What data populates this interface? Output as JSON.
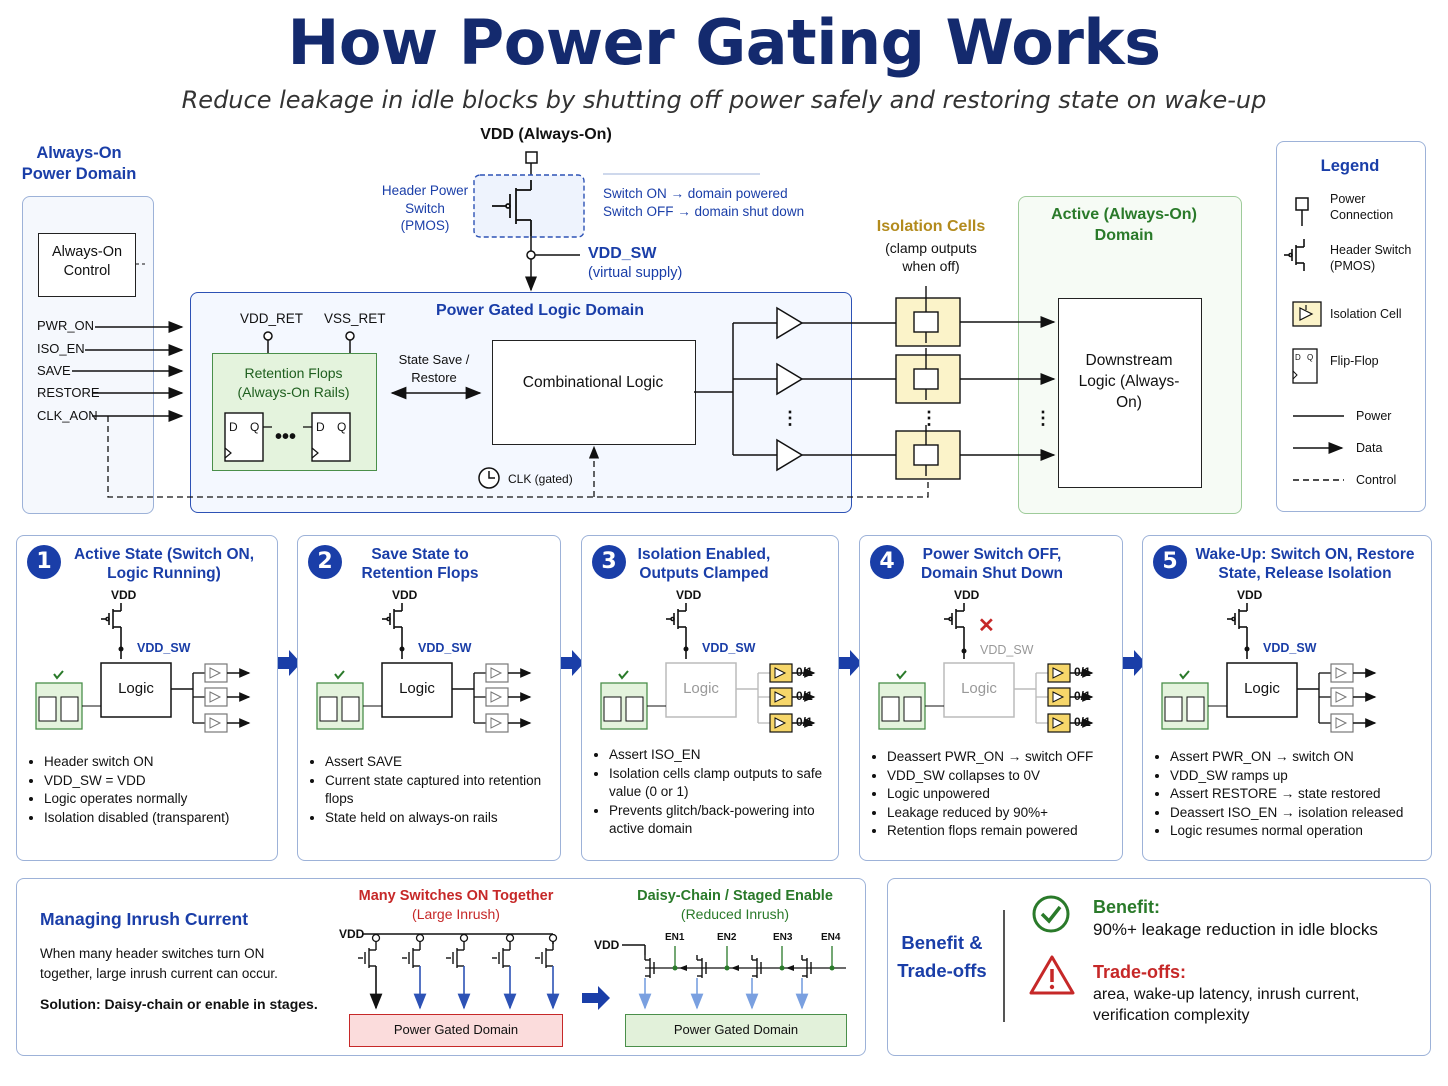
{
  "header": {
    "title": "How Power Gating Works",
    "subtitle": "Reduce leakage in idle blocks by shutting off power safely and restoring state on wake-up"
  },
  "top": {
    "vdd_always_on": "VDD (Always-On)",
    "header_switch_label": "Header Power Switch (PMOS)",
    "switch_on_note": "Switch ON → domain powered",
    "switch_off_note": "Switch OFF → domain shut down",
    "vdd_sw": "VDD_SW",
    "virtual_supply": "(virtual supply)",
    "always_on_domain_title": "Always-On Power Domain",
    "always_on_control": "Always-On Control",
    "signals": [
      "PWR_ON",
      "ISO_EN",
      "SAVE",
      "RESTORE",
      "CLK_AON"
    ],
    "gated_domain_title": "Power Gated Logic Domain",
    "vdd_ret": "VDD_RET",
    "vss_ret": "VSS_RET",
    "retention_flops": "Retention Flops (Always-On Rails)",
    "state_save_restore": "State Save / Restore",
    "combinational_logic": "Combinational Logic",
    "clk_gated": "CLK (gated)",
    "isolation_title": "Isolation Cells",
    "isolation_sub": "(clamp outputs when off)",
    "active_domain_title": "Active (Always-On) Domain",
    "downstream_logic": "Downstream Logic (Always-On)"
  },
  "legend": {
    "title": "Legend",
    "items": [
      "Power Connection",
      "Header Switch (PMOS)",
      "Isolation Cell",
      "Flip-Flop",
      "Power",
      "Data",
      "Control"
    ]
  },
  "stages": [
    {
      "num": "1",
      "title": "Active State (Switch ON, Logic Running)",
      "vdd": "VDD",
      "vdd_sw": "VDD_SW",
      "logic": "Logic",
      "bullets": [
        "Header switch ON",
        "VDD_SW = VDD",
        "Logic operates normally",
        "Isolation disabled (transparent)"
      ]
    },
    {
      "num": "2",
      "title": "Save State to Retention Flops",
      "vdd": "VDD",
      "vdd_sw": "VDD_SW",
      "logic": "Logic",
      "bullets": [
        "Assert SAVE",
        "Current state captured into retention flops",
        "State held on always-on rails"
      ]
    },
    {
      "num": "3",
      "title": "Isolation Enabled, Outputs Clamped",
      "vdd": "VDD",
      "vdd_sw": "VDD_SW",
      "logic": "Logic",
      "clamp": "0/1",
      "bullets": [
        "Assert ISO_EN",
        "Isolation cells clamp outputs to safe value (0 or 1)",
        "Prevents glitch/back-powering into active domain"
      ]
    },
    {
      "num": "4",
      "title": "Power Switch OFF, Domain Shut Down",
      "vdd": "VDD",
      "vdd_sw": "VDD_SW",
      "logic": "Logic",
      "clamp": "0/1",
      "bullets": [
        "Deassert PWR_ON → switch OFF",
        "VDD_SW collapses to 0V",
        "Logic unpowered",
        "Leakage reduced by 90%+",
        "Retention flops remain powered"
      ]
    },
    {
      "num": "5",
      "title": "Wake-Up: Switch ON, Restore State, Release Isolation",
      "vdd": "VDD",
      "vdd_sw": "VDD_SW",
      "logic": "Logic",
      "bullets": [
        "Assert PWR_ON → switch ON",
        "VDD_SW ramps up",
        "Assert RESTORE → state restored",
        "Deassert ISO_EN → isolation released",
        "Logic resumes normal operation"
      ]
    }
  ],
  "inrush": {
    "title": "Managing Inrush Current",
    "desc": "When many header switches turn ON together, large inrush current can occur.",
    "solution_label": "Solution:",
    "solution_text": "Daisy-chain or enable in stages.",
    "many_title": "Many Switches ON Together",
    "many_sub": "(Large Inrush)",
    "daisy_title": "Daisy-Chain / Staged Enable",
    "daisy_sub": "(Reduced Inrush)",
    "vdd": "VDD",
    "domain": "Power Gated Domain",
    "enables": [
      "EN1",
      "EN2",
      "EN3",
      "EN4"
    ]
  },
  "benefits": {
    "title": "Benefit & Trade-offs",
    "benefit_label": "Benefit:",
    "benefit_text": "90%+ leakage reduction in idle blocks",
    "tradeoff_label": "Trade-offs:",
    "tradeoff_text": "area, wake-up latency, inrush current, verification complexity"
  },
  "colors": {
    "title": "#142a6e",
    "accent": "#1a3ea8",
    "green": "#2a7a2a",
    "gold": "#b38b1d",
    "red": "#c62828"
  }
}
